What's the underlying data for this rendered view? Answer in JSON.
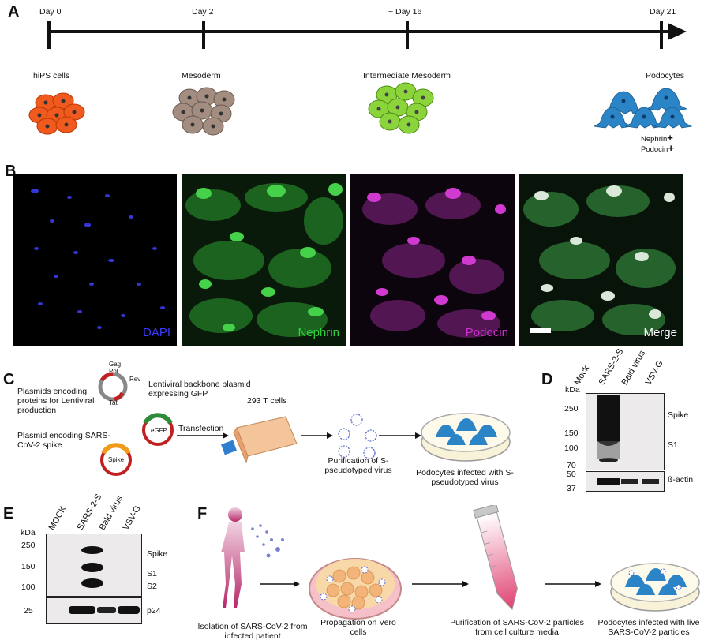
{
  "panels": {
    "a": "A",
    "b": "B",
    "c": "C",
    "d": "D",
    "e": "E",
    "f": "F"
  },
  "timeline": {
    "days": [
      "Day 0",
      "Day 2",
      "~ Day 16",
      "Day 21"
    ],
    "stages": [
      "hiPS cells",
      "Mesoderm",
      "Intermediate Mesoderm",
      "Podocytes"
    ],
    "markers": [
      "Nephrin",
      "Podocin"
    ],
    "plus": "+"
  },
  "microscopy": {
    "channels": [
      {
        "label": "DAPI",
        "color": "#3a3aff"
      },
      {
        "label": "Nephrin",
        "color": "#2fd040"
      },
      {
        "label": "Podocin",
        "color": "#cc30cc"
      },
      {
        "label": "Merge",
        "color": "#ffffff"
      }
    ]
  },
  "panel_c": {
    "plasmids_lenti": "Plasmids encoding proteins for Lentiviral production",
    "gag": "Gag",
    "pol": "Pol",
    "rev": "Rev",
    "tat": "Tat",
    "lenti_backbone": "Lentiviral backbone plasmid expressing GFP",
    "egfp": "eGFP",
    "plasmid_spike": "Plasmid encoding SARS-CoV-2 spike",
    "spike": "Spike",
    "transfection": "Transfection",
    "cells": "293 T cells",
    "purification": "Purification of S-pseudotyped virus",
    "infected": "Podocytes infected with S-pseudotyped virus"
  },
  "blot_d": {
    "kda": "kDa",
    "lanes": [
      "Mock",
      "SARS-2-S",
      "Bald virus",
      "VSV-G"
    ],
    "mw_top": [
      "250",
      "150",
      "100",
      "70"
    ],
    "mw_bottom": [
      "50",
      "37"
    ],
    "bands": [
      "Spike",
      "S1",
      "ß-actin"
    ]
  },
  "blot_e": {
    "kda": "kDa",
    "lanes": [
      "MOCK",
      "SARS-2-S",
      "Bald virus",
      "VSV-G"
    ],
    "mw_top": [
      "250",
      "150",
      "100"
    ],
    "mw_bottom": [
      "25"
    ],
    "bands": [
      "Spike",
      "S1",
      "S2",
      "p24"
    ]
  },
  "panel_f": {
    "isolation": "Isolation of SARS-CoV-2 from infected patient",
    "propagation": "Propagation on Vero cells",
    "purification": "Purification of SARS-CoV-2 particles from cell culture media",
    "infected": "Podocytes infected with live SARS-CoV-2 particles"
  }
}
